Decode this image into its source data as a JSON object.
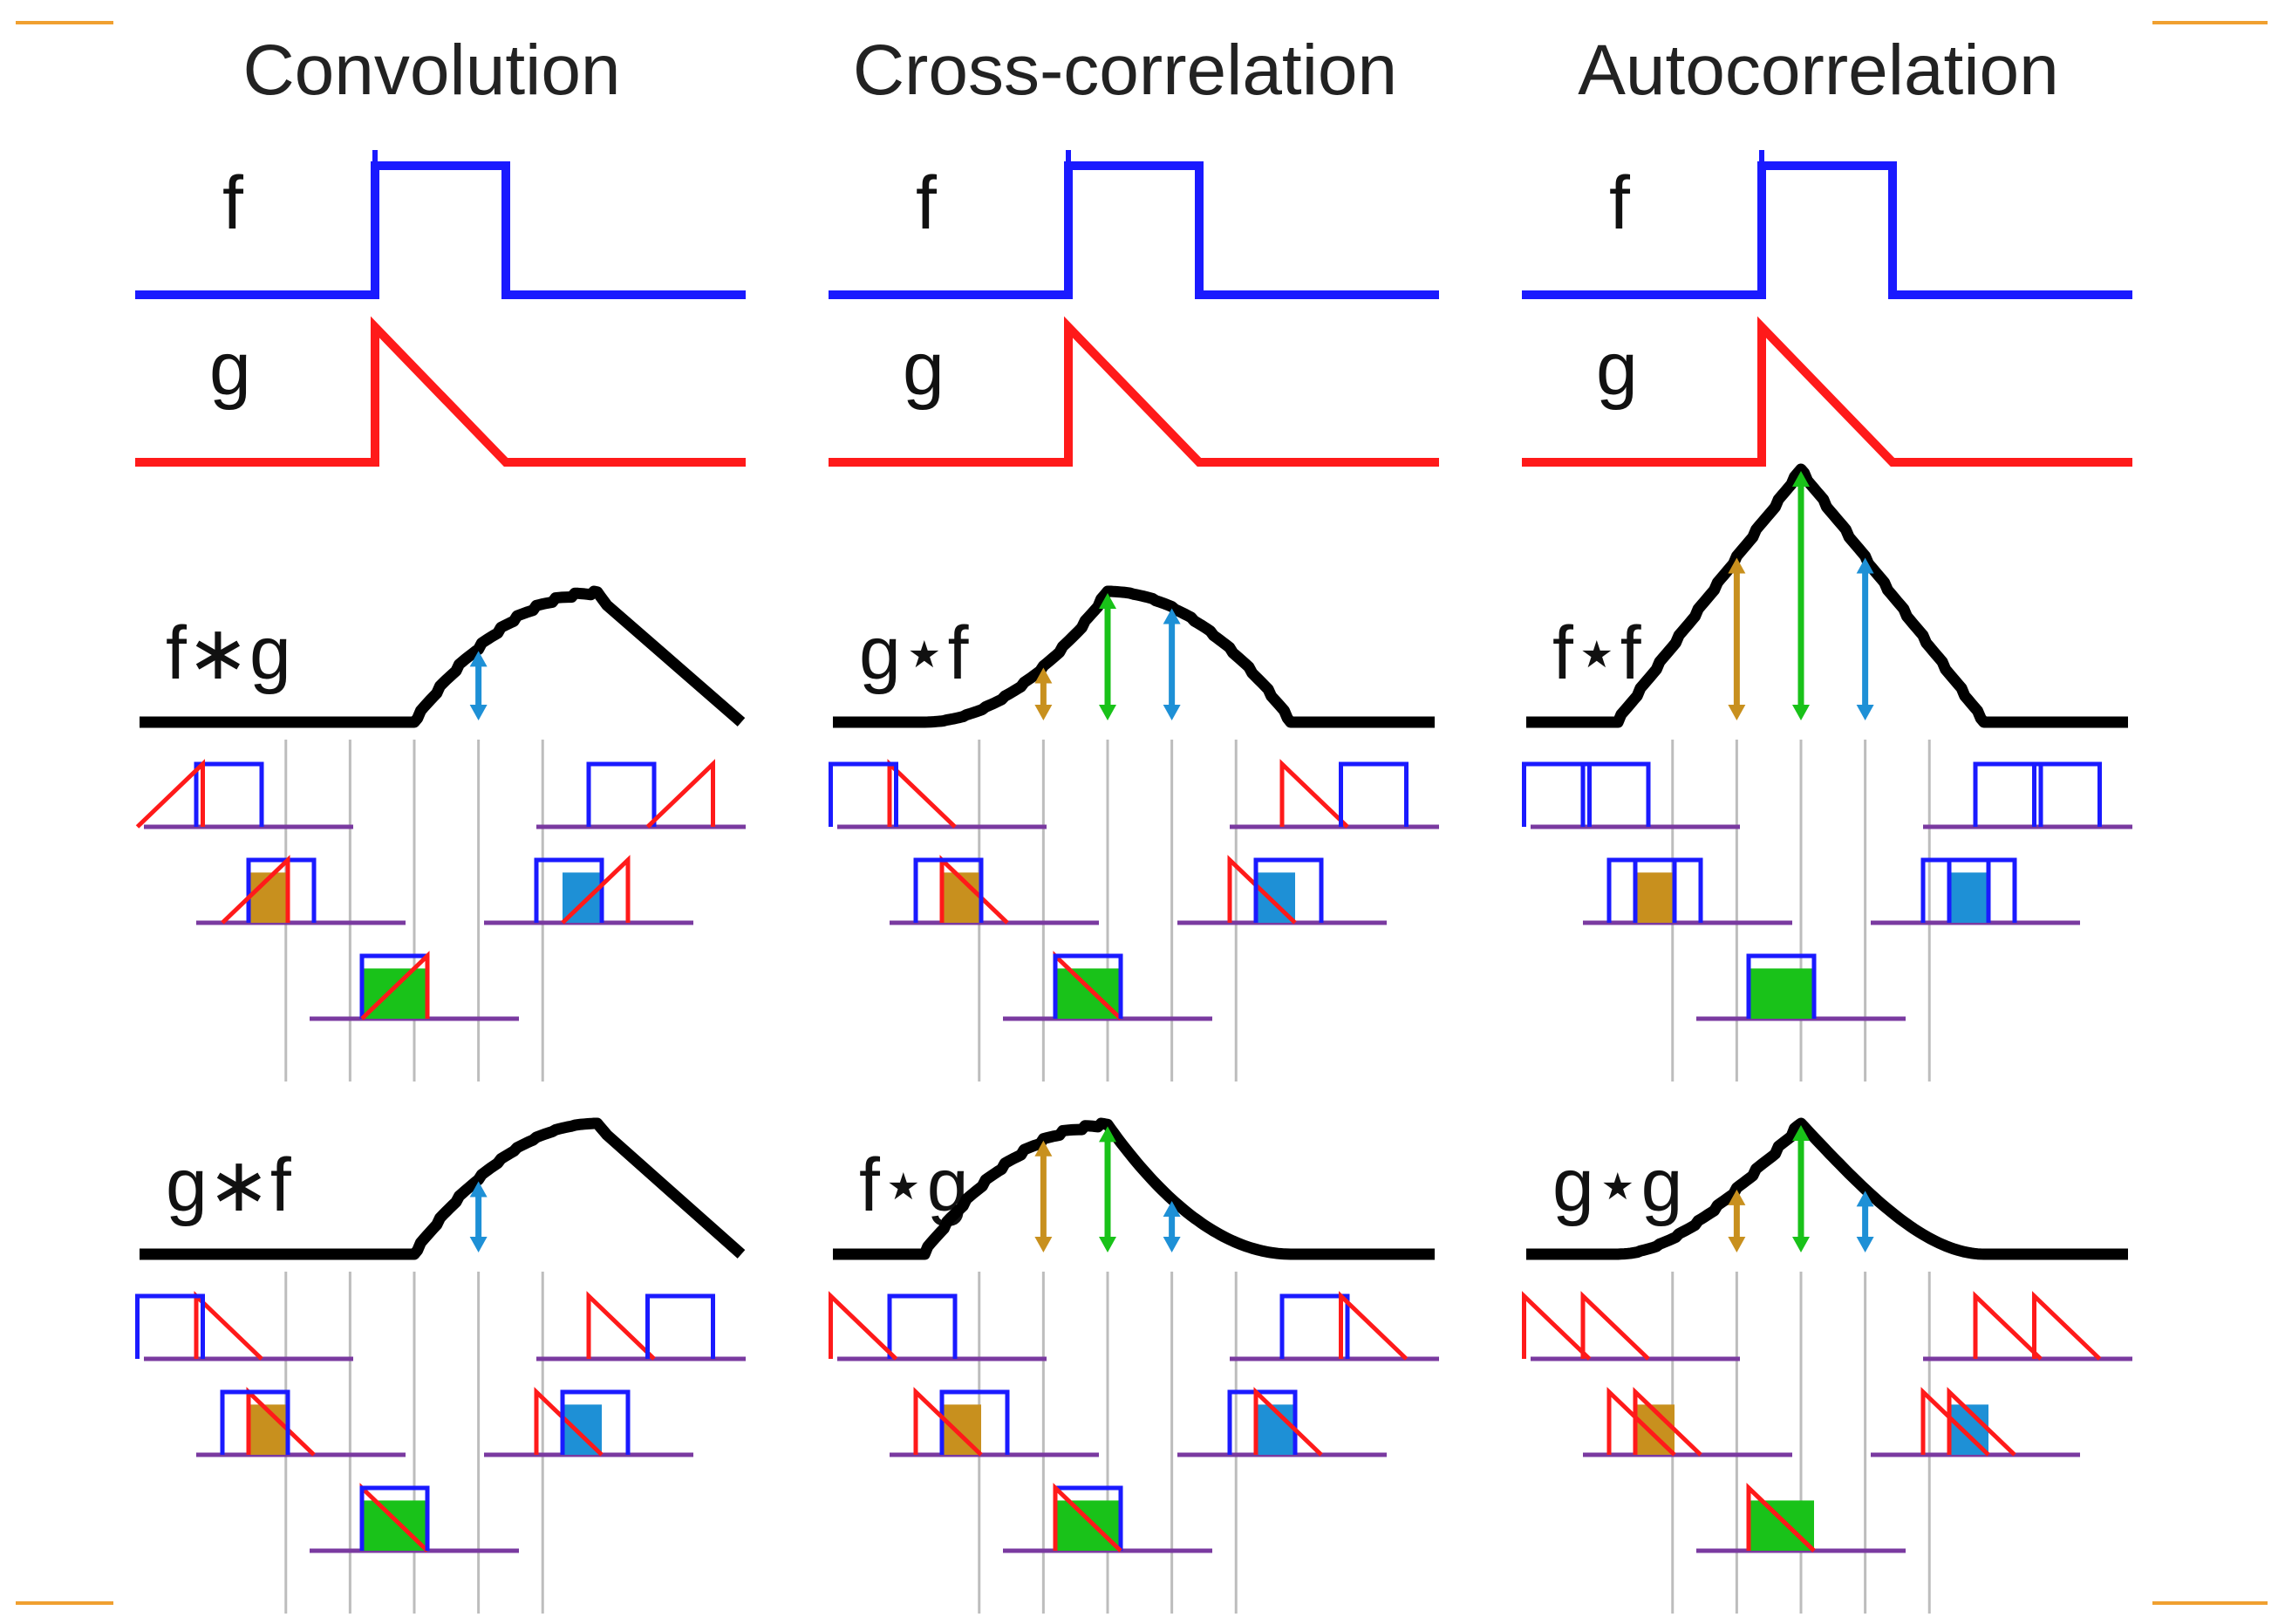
{
  "columns": [
    {
      "title": "Convolution",
      "signal_labels": [
        "f",
        "g"
      ],
      "panels": [
        {
          "label": "f∗g",
          "mode": "conv",
          "a": "f",
          "b": "g"
        },
        {
          "label": "g∗f",
          "mode": "conv",
          "a": "g",
          "b": "f"
        }
      ]
    },
    {
      "title": "Cross-correlation",
      "signal_labels": [
        "f",
        "g"
      ],
      "panels": [
        {
          "label": "g⋆f",
          "mode": "corr",
          "a": "g",
          "b": "f"
        },
        {
          "label": "f⋆g",
          "mode": "corr",
          "a": "f",
          "b": "g"
        }
      ]
    },
    {
      "title": "Autocorrelation",
      "signal_labels": [
        "f",
        "g"
      ],
      "panels": [
        {
          "label": "f⋆f",
          "mode": "corr",
          "a": "f",
          "b": "f"
        },
        {
          "label": "g⋆g",
          "mode": "corr",
          "a": "g",
          "b": "g"
        }
      ]
    }
  ],
  "colors": {
    "f": "#1a1aff",
    "g": "#ff1a1a",
    "result": "#000000",
    "overlap_left": "#c8901e",
    "overlap_center": "#19c219",
    "overlap_right": "#1e90d6",
    "guide": "#bdbdbd",
    "frame_marks": "#f0a030"
  }
}
